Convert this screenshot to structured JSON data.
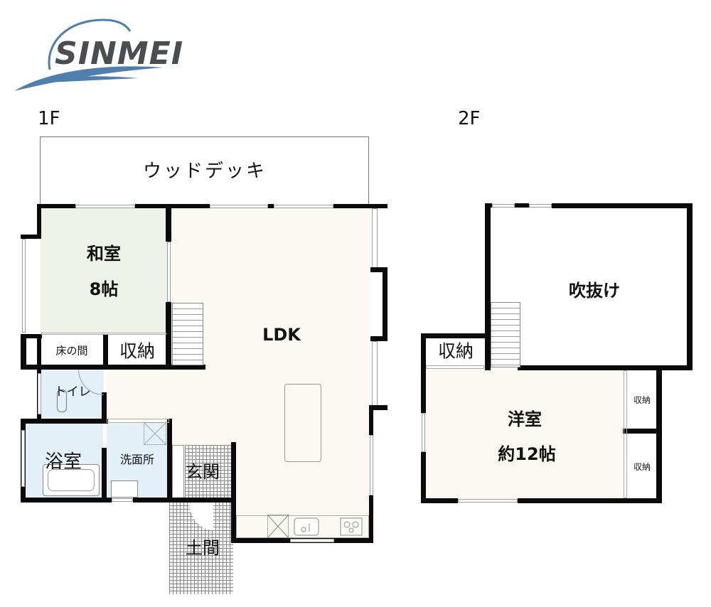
{
  "logo": {
    "text": "SINMEI",
    "text_color": "#4a4d52",
    "wave_color": "#4f7fad"
  },
  "floors": [
    {
      "label": "1F",
      "rooms": [
        {
          "id": "wood-deck",
          "label": "ウッドデッキ"
        },
        {
          "id": "washitsu",
          "label": "和室",
          "size": "8帖",
          "fill": "#eef2e8"
        },
        {
          "id": "tokonoma",
          "label": "床の間"
        },
        {
          "id": "storage-1f",
          "label": "収納"
        },
        {
          "id": "ldk",
          "label": "LDK",
          "fill": "#fbf9f1"
        },
        {
          "id": "toilet",
          "label": "トイレ",
          "fill": "#e3f0f8"
        },
        {
          "id": "bath",
          "label": "浴室",
          "fill": "#e3f0f8"
        },
        {
          "id": "washroom",
          "label": "洗面所",
          "fill": "#e3f0f8"
        },
        {
          "id": "genkan",
          "label": "玄関"
        },
        {
          "id": "doma",
          "label": "土間"
        }
      ]
    },
    {
      "label": "2F",
      "rooms": [
        {
          "id": "fukinuke",
          "label": "吹抜け"
        },
        {
          "id": "storage-2f-left",
          "label": "収納"
        },
        {
          "id": "youshitsu",
          "label": "洋室",
          "size": "約12帖",
          "fill": "#fbf9f1"
        },
        {
          "id": "storage-2f-right-top",
          "label": "収納"
        },
        {
          "id": "storage-2f-right-bottom",
          "label": "収納"
        }
      ]
    }
  ]
}
